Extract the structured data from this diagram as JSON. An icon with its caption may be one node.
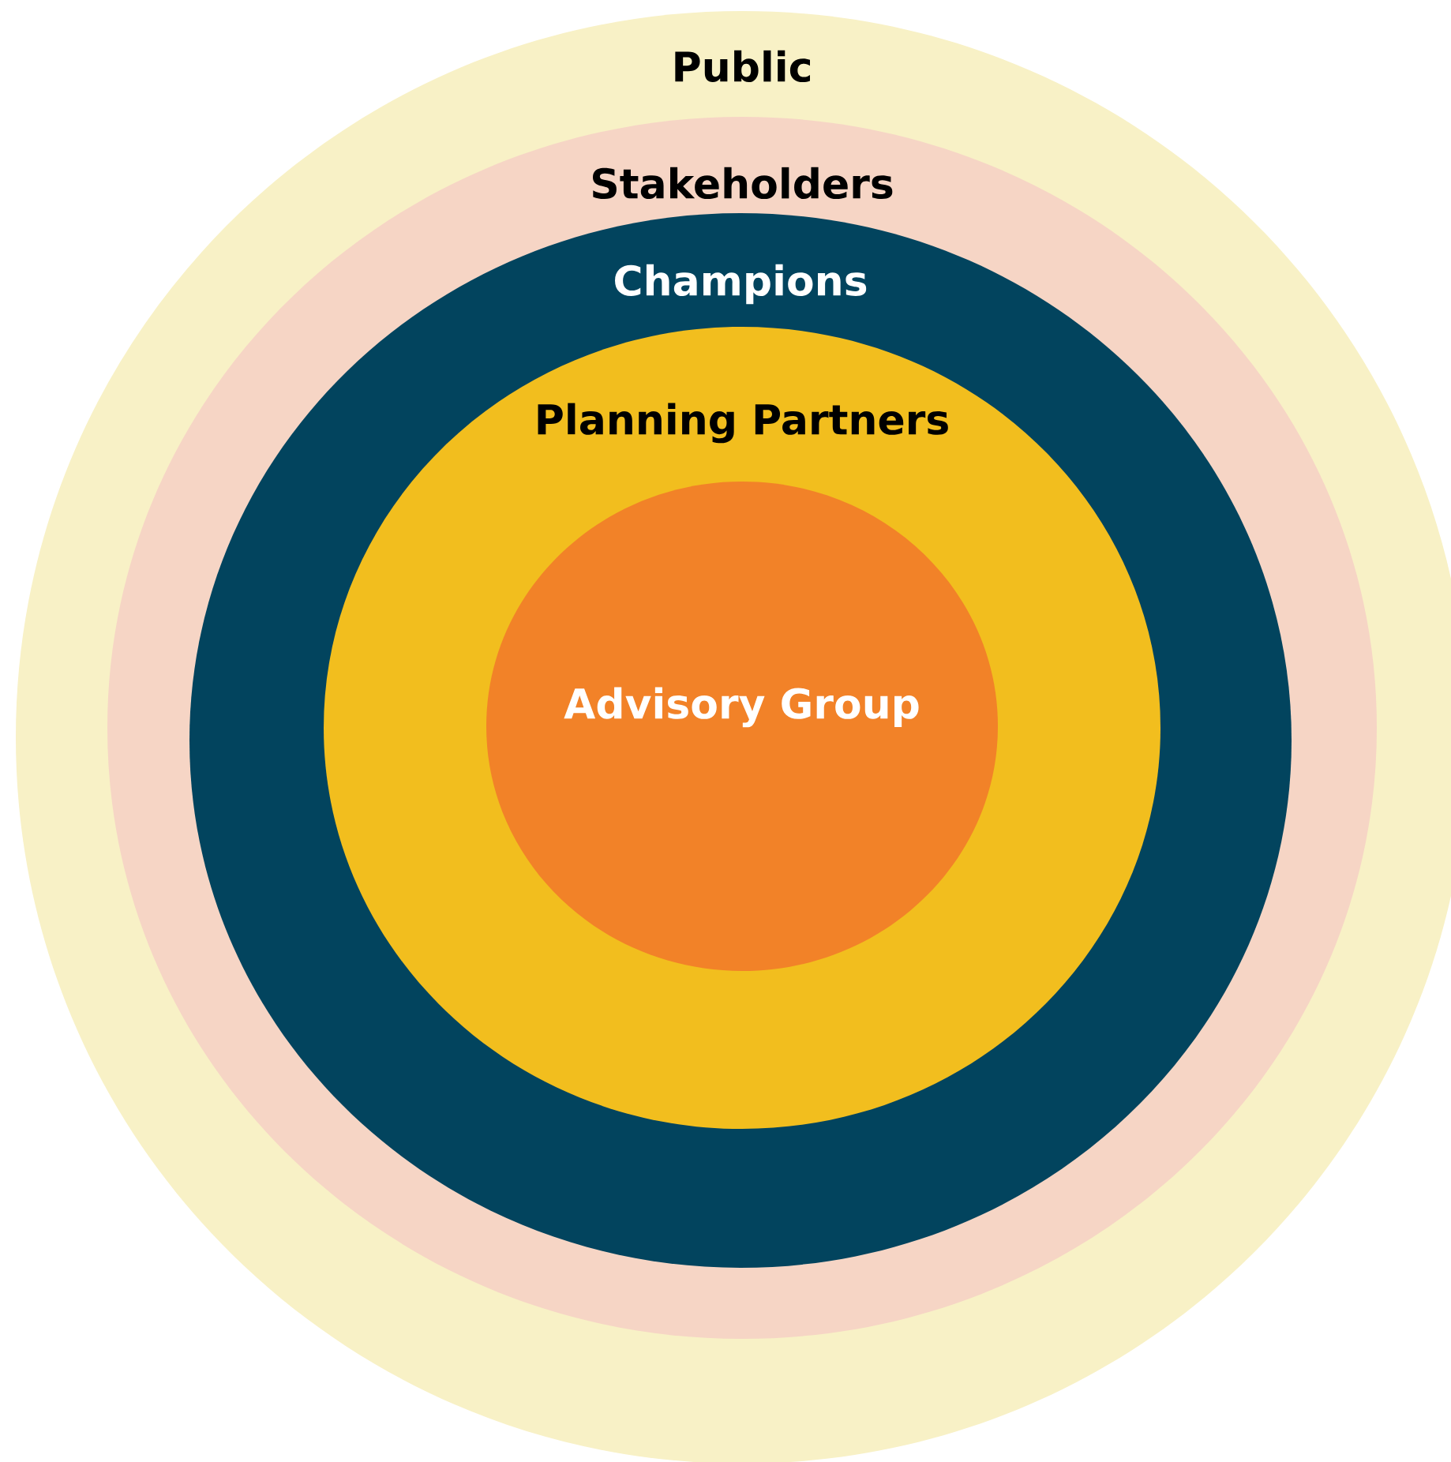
{
  "diagram": {
    "nodes": [
      {
        "text": [
          "Public"
        ]
      },
      {
        "text": [
          "Stakeholders"
        ],
        "in": 0
      },
      {
        "text": [
          "Champions"
        ],
        "in": 1
      },
      {
        "text": [
          "Planning Partners"
        ],
        "in": 2
      },
      {
        "text": [
          "Advisory Group"
        ],
        "in": 3
      }
    ]
  }
}
